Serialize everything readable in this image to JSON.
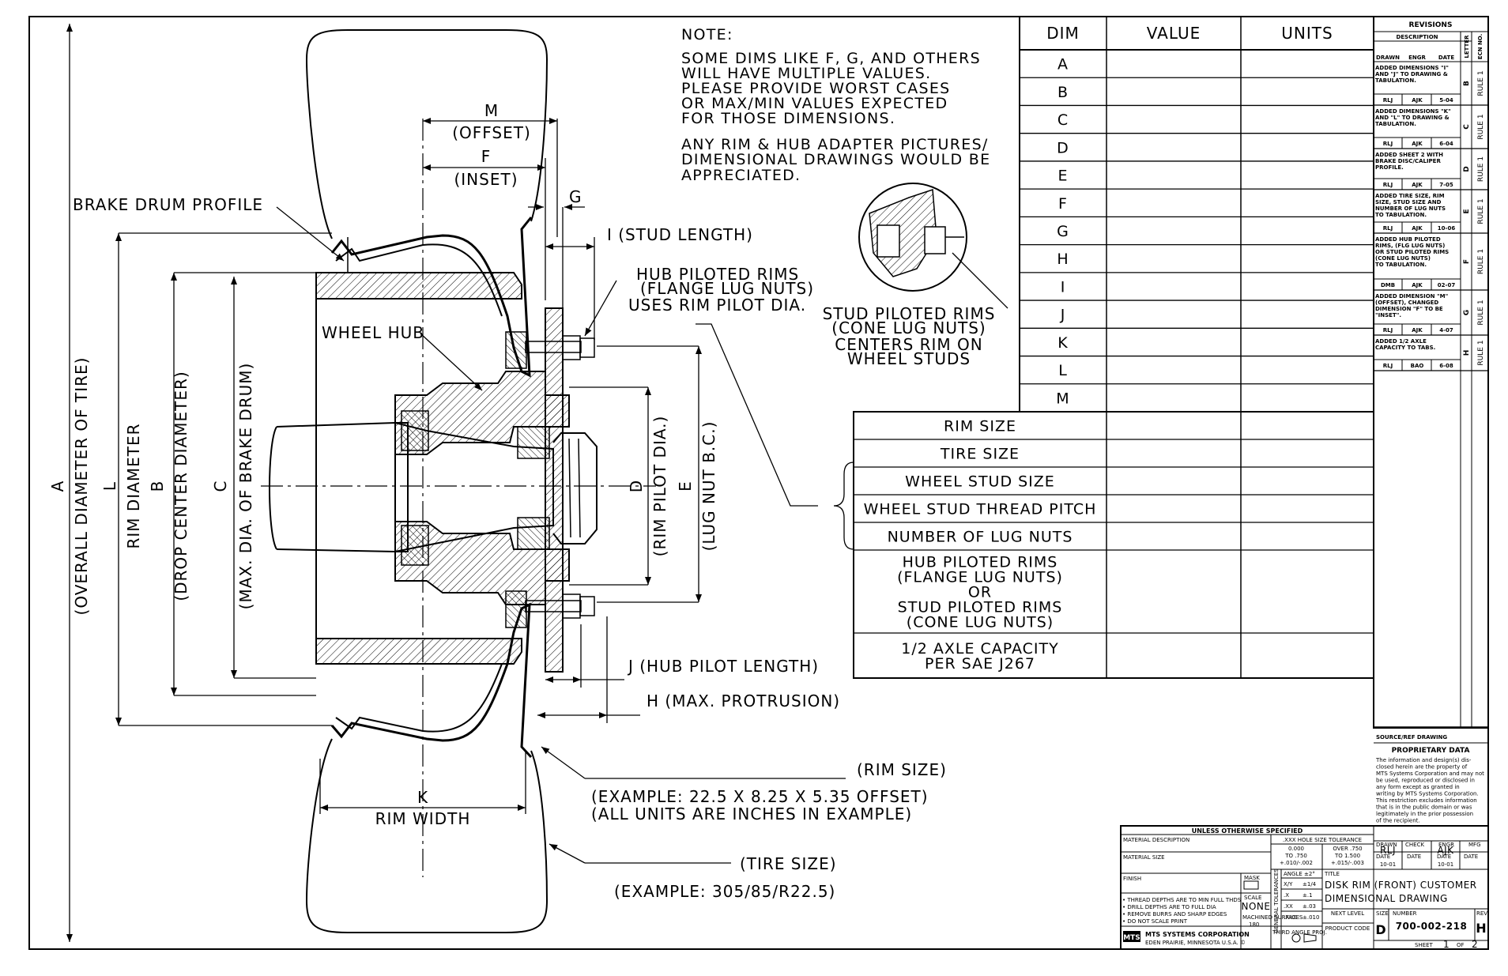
{
  "notes": {
    "title": "NOTE:",
    "lines": [
      "SOME DIMS LIKE F, G, AND OTHERS",
      "WILL HAVE MULTIPLE VALUES.",
      "PLEASE PROVIDE WORST CASES",
      "OR MAX/MIN VALUES EXPECTED",
      "FOR THOSE DIMENSIONS."
    ],
    "lines2": [
      "ANY RIM & HUB ADAPTER PICTURES/",
      "DIMENSIONAL DRAWINGS WOULD BE",
      "APPRECIATED."
    ]
  },
  "labels": {
    "M": "M",
    "offset": "(OFFSET)",
    "F": "F",
    "inset": "(INSET)",
    "G": "G",
    "brake_drum_profile": "BRAKE DRUM PROFILE",
    "stud_length": "I (STUD LENGTH)",
    "hub_piloted_1": "HUB PILOTED RIMS",
    "hub_piloted_2": "(FLANGE LUG NUTS)",
    "hub_piloted_3": "USES RIM PILOT DIA.",
    "wheel_hub": "WHEEL HUB",
    "stud_piloted_1": "STUD PILOTED RIMS",
    "stud_piloted_2": "(CONE LUG NUTS)",
    "stud_piloted_3": "CENTERS RIM ON",
    "stud_piloted_4": "WHEEL STUDS",
    "A": "A",
    "A_desc": "(OVERALL DIAMETER OF TIRE)",
    "L": "L",
    "L_desc": "RIM DIAMETER",
    "B": "B",
    "B_desc": "(DROP CENTER DIAMETER)",
    "C": "C",
    "C_desc": "(MAX. DIA. OF BRAKE DRUM)",
    "D": "D",
    "D_desc": "(RIM PILOT DIA.)",
    "E": "E",
    "E_desc": "(LUG NUT B.C.)",
    "hub_pilot_length": "J (HUB PILOT LENGTH)",
    "max_protrusion": "H (MAX. PROTRUSION)",
    "K": "K",
    "rim_width": "RIM WIDTH",
    "rim_size": "(RIM SIZE)",
    "rim_example": "(EXAMPLE: 22.5 X 8.25 X 5.35 OFFSET)",
    "rim_units": "(ALL UNITS ARE INCHES IN EXAMPLE)",
    "tire_size": "(TIRE SIZE)",
    "tire_example": "(EXAMPLE: 305/85/R22.5)"
  },
  "dim_table": {
    "headers": [
      "DIM",
      "VALUE",
      "UNITS"
    ],
    "rows": [
      "A",
      "B",
      "C",
      "D",
      "E",
      "F",
      "G",
      "H",
      "I",
      "J",
      "K",
      "L",
      "M"
    ]
  },
  "spec_table": {
    "rows": [
      [
        "RIM SIZE"
      ],
      [
        "TIRE SIZE"
      ],
      [
        "WHEEL STUD SIZE"
      ],
      [
        "WHEEL STUD THREAD PITCH"
      ],
      [
        "NUMBER OF LUG NUTS"
      ],
      [
        "HUB PILOTED RIMS",
        "(FLANGE LUG NUTS)",
        "OR",
        "STUD PILOTED RIMS",
        "(CONE LUG NUTS)"
      ],
      [
        "1/2 AXLE CAPACITY",
        "PER SAE J267"
      ]
    ]
  },
  "revisions": {
    "title": "REVISIONS",
    "description": "DESCRIPTION",
    "letter": "LETTER",
    "ecn": "ECN NO.",
    "drawn": "DRAWN",
    "engr": "ENGR",
    "date": "DATE",
    "entries": [
      {
        "text": [
          "ADDED DIMENSIONS \"I\"",
          "AND \"J\" TO DRAWING &",
          "TABULATION."
        ],
        "drawn": "RLJ",
        "engr": "AJK",
        "date": "5-04",
        "letter": "B",
        "ecn": "RULE 1"
      },
      {
        "text": [
          "ADDED DIMENSIONS \"K\"",
          "AND \"L\" TO DRAWING &",
          "TABULATION."
        ],
        "drawn": "RLJ",
        "engr": "AJK",
        "date": "6-04",
        "letter": "C",
        "ecn": "RULE 1"
      },
      {
        "text": [
          "ADDED SHEET 2 WITH",
          "BRAKE DISC/CALIPER",
          "PROFILE."
        ],
        "drawn": "RLJ",
        "engr": "AJK",
        "date": "7-05",
        "letter": "D",
        "ecn": "RULE 1"
      },
      {
        "text": [
          "ADDED TIRE SIZE, RIM",
          "SIZE, STUD SIZE AND",
          "NUMBER OF LUG NUTS",
          "TO TABULATION."
        ],
        "drawn": "RLJ",
        "engr": "AJK",
        "date": "10-06",
        "letter": "E",
        "ecn": "RULE 1"
      },
      {
        "text": [
          "ADDED HUB PILOTED",
          "RIMS, (FLG LUG NUTS)",
          "OR STUD PILOTED RIMS",
          "(CONE LUG NUTS)",
          "TO TABULATION."
        ],
        "drawn": "DMB",
        "engr": "AJK",
        "date": "02-07",
        "letter": "F",
        "ecn": "RULE 1"
      },
      {
        "text": [
          "ADDED DIMENSION \"M\"",
          "(OFFSET), CHANGED",
          "DIMENSION \"F\" TO BE",
          "\"INSET\"."
        ],
        "drawn": "RLJ",
        "engr": "AJK",
        "date": "4-07",
        "letter": "G",
        "ecn": "RULE 1"
      },
      {
        "text": [
          "ADDED 1/2 AXLE",
          "CAPACITY TO TABS."
        ],
        "drawn": "RLJ",
        "engr": "BAO",
        "date": "6-08",
        "letter": "H",
        "ecn": "RULE 1"
      }
    ]
  },
  "proprietary": {
    "source": "SOURCE/REF DRAWING",
    "title": "PROPRIETARY DATA",
    "lines": [
      "The information and design(s) dis-",
      "closed herein are the property of",
      "MTS Systems Corporation and may not",
      "be used, reproduced or disclosed in",
      "any form except as granted in",
      "writing by MTS Systems Corporation.",
      "This restriction excludes information",
      "that is in the public domain or was",
      "legitimately in the prior possession",
      "of the recipient."
    ]
  },
  "title_block": {
    "unless": "UNLESS OTHERWISE SPECIFIED",
    "material_description": "MATERIAL DESCRIPTION",
    "material_size": "MATERIAL SIZE",
    "finish": "FINISH",
    "mask": "MASK",
    "notes": [
      "• THREAD DEPTHS ARE TO MIN FULL THDS",
      "• DRILL DEPTHS ARE TO FULL DIA",
      "• REMOVE BURRS AND SHARP EDGES",
      "• DO NOT SCALE PRINT"
    ],
    "scale_label": "SCALE",
    "scale": "NONE",
    "machined_surfaces": "MACHINED SURFACES",
    "machined_value": "180",
    "hole_tol": ".XXX HOLE SIZE TOLERANCE",
    "tol1a": "0.000",
    "tol1b": "TO .750",
    "tol1c": "+.010/-.002",
    "tol2a": "OVER .750",
    "tol2b": "TO 1.500",
    "tol2c": "+.015/-.003",
    "general_tol": "GENERAL TOLERANCES",
    "angle": "ANGLE ±2°",
    "frac": "X/Y",
    "frac_tol": "±1/4",
    "x": ".X",
    "x_tol": "±.1",
    "xx": ".XX",
    "xx_tol": "±.03",
    "xxx": ".XXX",
    "xxx_tol": "±.010",
    "third_angle": "THIRD ANGLE PROJ.",
    "company": "MTS SYSTEMS CORPORATION",
    "location": "EDEN PRAIRIE, MINNESOTA U.S.A. ©",
    "logo": "MTS",
    "drawn_label": "DRAWN",
    "drawn": "RLJ",
    "check_label": "CHECK",
    "engr_label": "ENGR",
    "engr": "AJK",
    "mfg_label": "MFG",
    "date_label": "DATE",
    "drawn_date": "10-01",
    "engr_date": "10-01",
    "title_label": "TITLE",
    "title1": "DISK RIM (FRONT) CUSTOMER",
    "title2": "DIMENSIONAL DRAWING",
    "next_level": "NEXT LEVEL",
    "product_code": "PRODUCT CODE",
    "size_label": "SIZE",
    "size": "D",
    "number_label": "NUMBER",
    "number": "700-002-218",
    "rev_label": "REV",
    "rev": "H",
    "sheet_label": "SHEET",
    "sheet": "1",
    "of_label": "OF",
    "sheets": "2"
  }
}
